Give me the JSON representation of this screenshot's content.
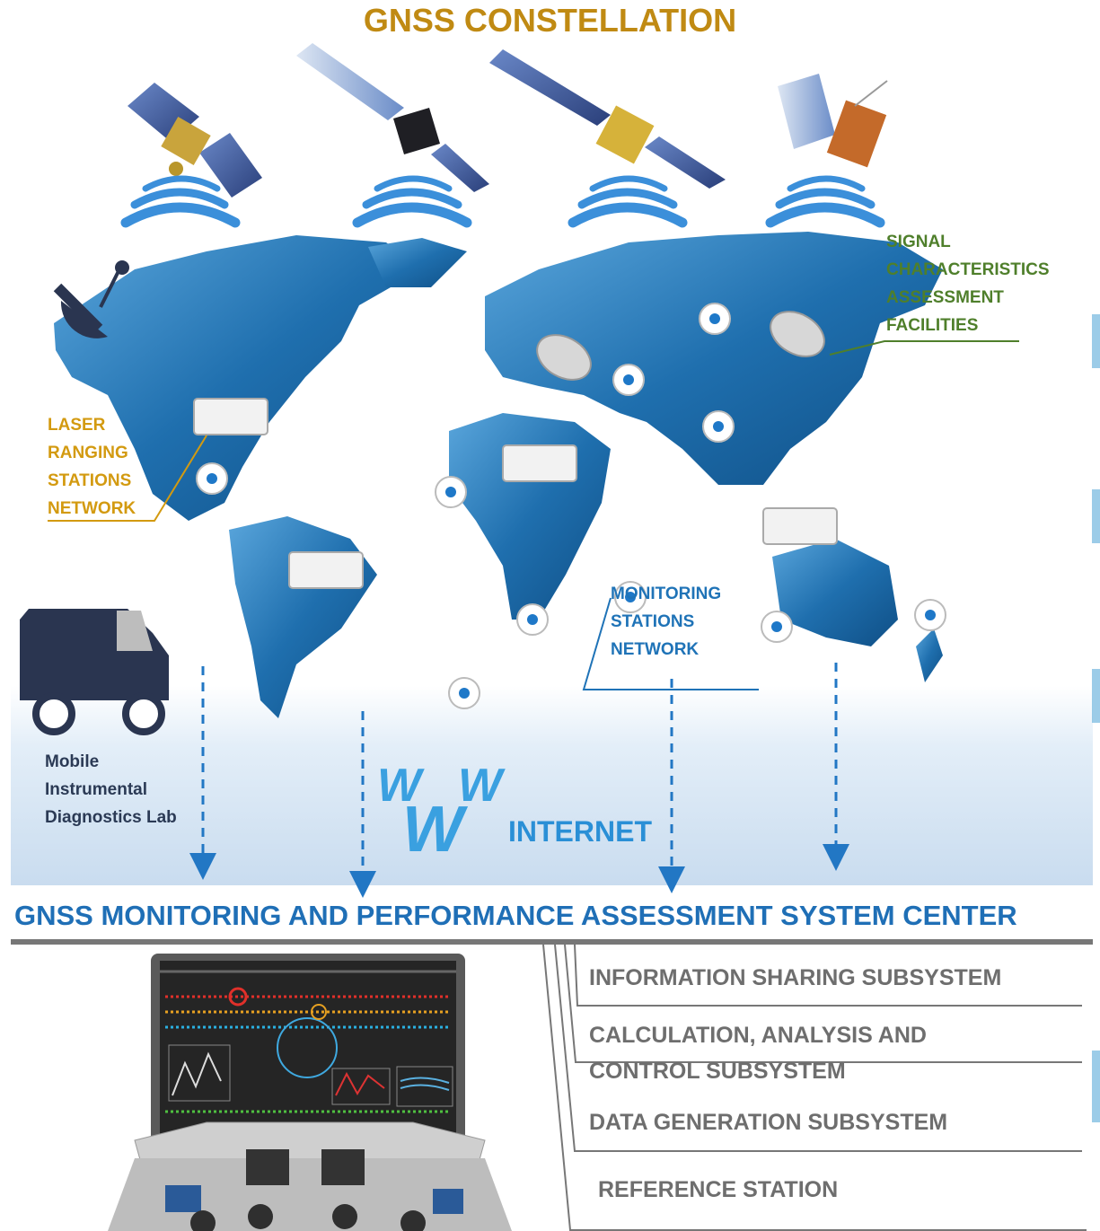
{
  "title": "GNSS CONSTELLATION",
  "labels": {
    "laser": "LASER RANGING STATIONS NETWORK",
    "signal": "SIGNAL CHARACTERISTICS ASSESSMENT FACILITIES",
    "monitoring": "MONITORING STATIONS NETWORK",
    "mobile": "Mobile Instrumental Diagnostics Lab",
    "internet": "INTERNET"
  },
  "center": {
    "title": "GNSS MONITORING AND PERFORMANCE ASSESSMENT SYSTEM CENTER",
    "subsystems": [
      "INFORMATION SHARING SUBSYSTEM",
      "CALCULATION, ANALYSIS AND CONTROL SUBSYSTEM",
      "DATA GENERATION SUBSYSTEM",
      "REFERENCE STATION"
    ]
  },
  "colors": {
    "title": "#c08a13",
    "laser": "#d39a10",
    "signal": "#4f7f2b",
    "monitoring": "#1f73b7",
    "center": "#1f6fb6",
    "subsystem": "#6e6e6e",
    "map": "#1f6fae"
  }
}
